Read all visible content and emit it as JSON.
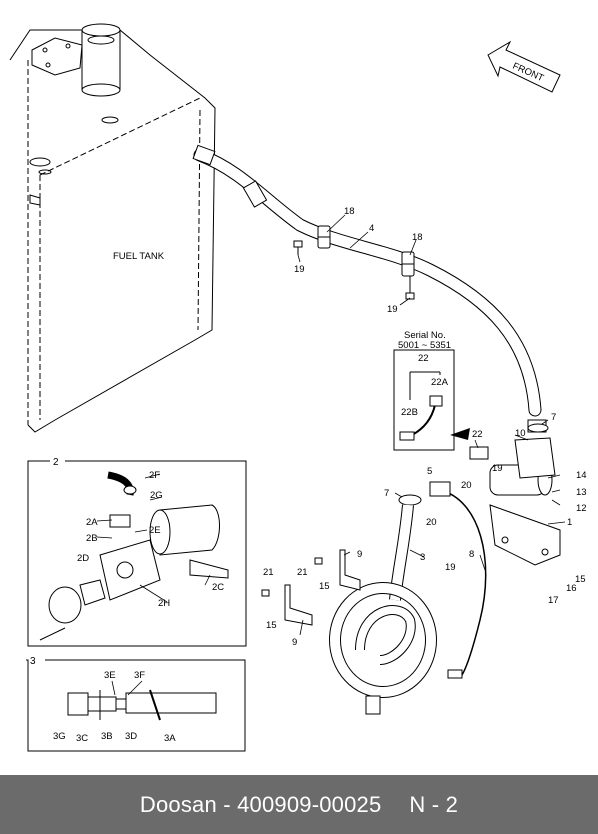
{
  "diagram": {
    "tank_label": "FUEL TANK",
    "front_label": "FRONT",
    "serial": {
      "title": "Serial No.",
      "range": "5001 ~ 5351"
    },
    "inset2": {
      "number": "2"
    },
    "inset3": {
      "number": "3"
    },
    "callouts": [
      {
        "id": "c18a",
        "text": "18"
      },
      {
        "id": "c4",
        "text": "4"
      },
      {
        "id": "c18b",
        "text": "18"
      },
      {
        "id": "c19a",
        "text": "19"
      },
      {
        "id": "c19b",
        "text": "19"
      },
      {
        "id": "c22",
        "text": "22"
      },
      {
        "id": "c22a",
        "text": "22A"
      },
      {
        "id": "c22b",
        "text": "22B"
      },
      {
        "id": "c7a",
        "text": "7"
      },
      {
        "id": "c10",
        "text": "10"
      },
      {
        "id": "c22c",
        "text": "22"
      },
      {
        "id": "c19c",
        "text": "19"
      },
      {
        "id": "c5",
        "text": "5"
      },
      {
        "id": "c20a",
        "text": "20"
      },
      {
        "id": "c14",
        "text": "14"
      },
      {
        "id": "c13",
        "text": "13"
      },
      {
        "id": "c12",
        "text": "12"
      },
      {
        "id": "c1",
        "text": "1"
      },
      {
        "id": "c7b",
        "text": "7"
      },
      {
        "id": "c20b",
        "text": "20"
      },
      {
        "id": "c3",
        "text": "3"
      },
      {
        "id": "c8",
        "text": "8"
      },
      {
        "id": "c19d",
        "text": "19"
      },
      {
        "id": "c15a",
        "text": "15"
      },
      {
        "id": "c16",
        "text": "16"
      },
      {
        "id": "c17",
        "text": "17"
      },
      {
        "id": "c9a",
        "text": "9"
      },
      {
        "id": "c21a",
        "text": "21"
      },
      {
        "id": "c15b",
        "text": "15"
      },
      {
        "id": "c21b",
        "text": "21"
      },
      {
        "id": "c15c",
        "text": "15"
      },
      {
        "id": "c9b",
        "text": "9"
      },
      {
        "id": "c2f",
        "text": "2F"
      },
      {
        "id": "c2g",
        "text": "2G"
      },
      {
        "id": "c2a",
        "text": "2A"
      },
      {
        "id": "c2e",
        "text": "2E"
      },
      {
        "id": "c2b",
        "text": "2B"
      },
      {
        "id": "c2d",
        "text": "2D"
      },
      {
        "id": "c2c",
        "text": "2C"
      },
      {
        "id": "c2h",
        "text": "2H"
      },
      {
        "id": "c3e",
        "text": "3E"
      },
      {
        "id": "c3f",
        "text": "3F"
      },
      {
        "id": "c3g",
        "text": "3G"
      },
      {
        "id": "c3c",
        "text": "3C"
      },
      {
        "id": "c3b",
        "text": "3B"
      },
      {
        "id": "c3d",
        "text": "3D"
      },
      {
        "id": "c3a",
        "text": "3A"
      }
    ]
  },
  "footer": {
    "brand": "Doosan",
    "dash": "-",
    "part_number": "400909-00025",
    "page": "N - 2"
  }
}
